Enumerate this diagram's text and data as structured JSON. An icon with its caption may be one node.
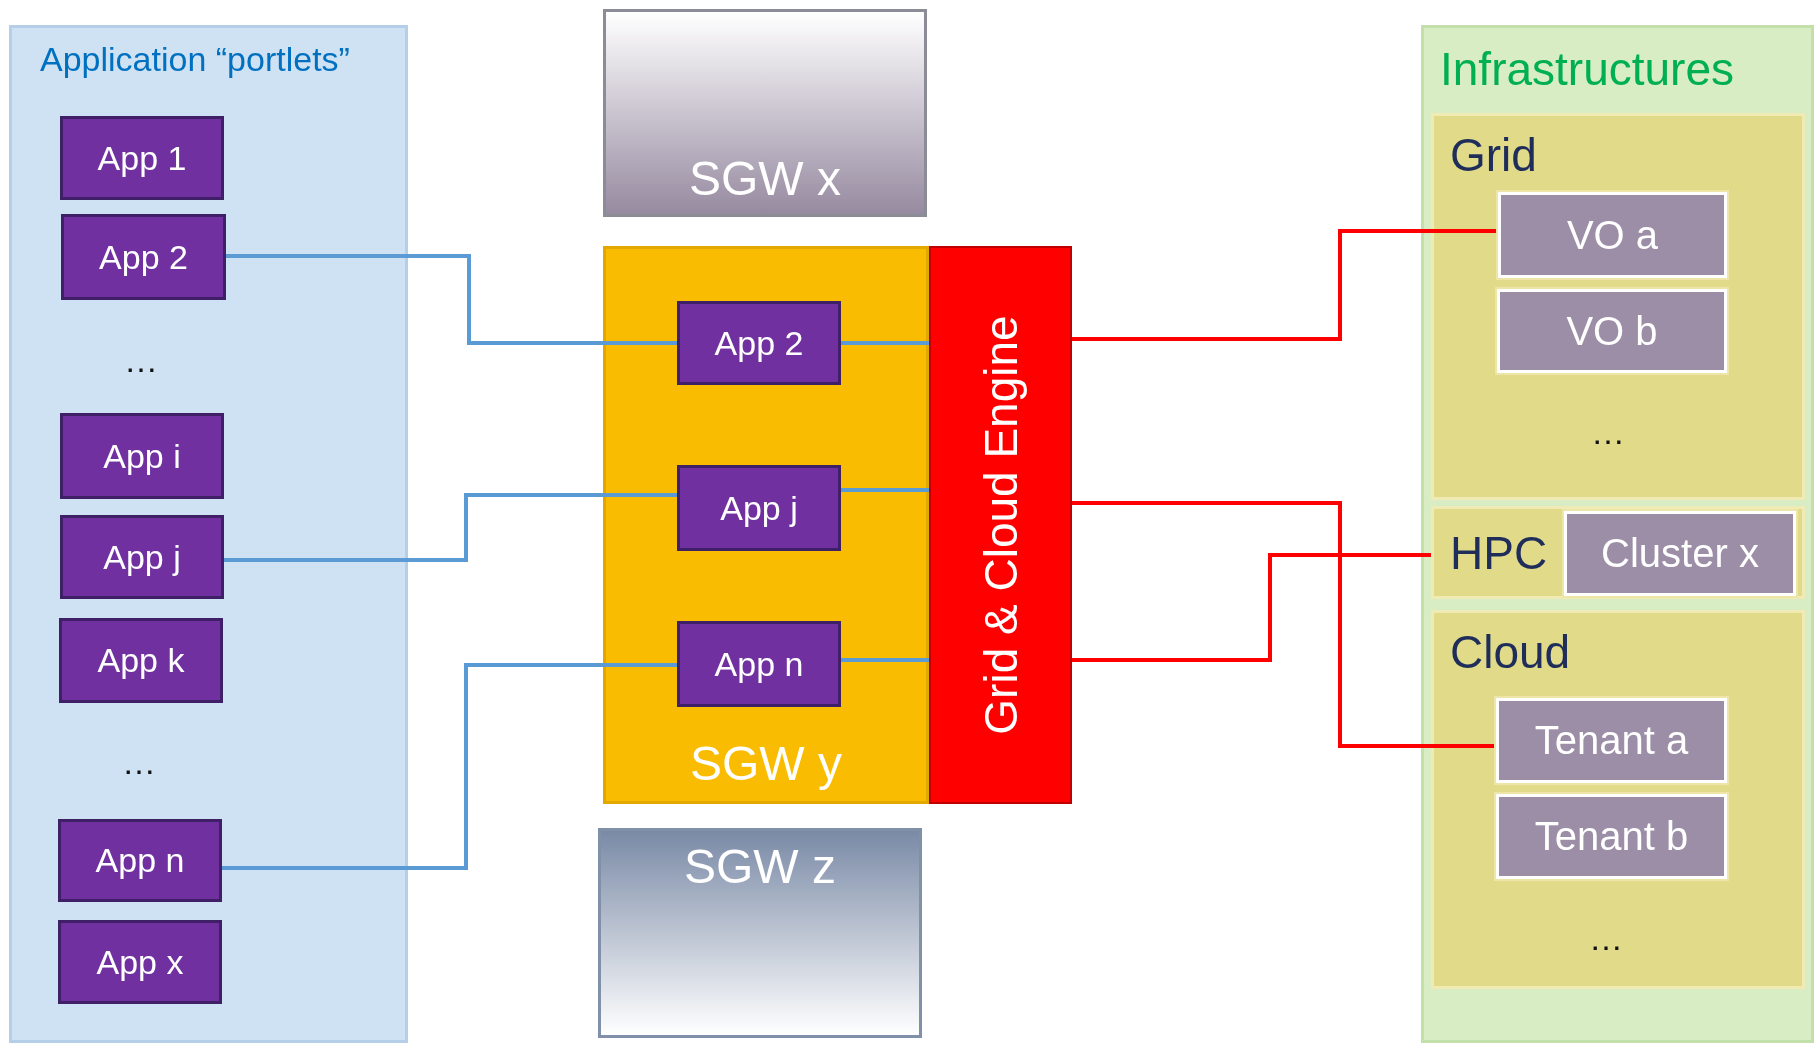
{
  "diagram": {
    "nodes": [
      {
        "text": [
          "Application “portlets”"
        ]
      },
      {
        "text": [
          "App 1"
        ],
        "in": 0
      },
      {
        "text": [
          "App 2"
        ],
        "in": 0
      },
      {
        "text": [
          "App i"
        ],
        "in": 0
      },
      {
        "text": [
          "App j"
        ],
        "in": 0
      },
      {
        "text": [
          "App k"
        ],
        "in": 0
      },
      {
        "text": [
          "App n"
        ],
        "in": 0
      },
      {
        "text": [
          "App x"
        ],
        "in": 0
      },
      {
        "text": [
          "SGW x"
        ]
      },
      {
        "text": [
          "SGW y"
        ]
      },
      {
        "text": [
          "App 2"
        ],
        "in": 9
      },
      {
        "text": [
          "App j"
        ],
        "in": 9
      },
      {
        "text": [
          "App n"
        ],
        "in": 9
      },
      {
        "text": [
          "Grid & Cloud Engine"
        ]
      },
      {
        "text": [
          "SGW z"
        ]
      },
      {
        "text": [
          "Infrastructures"
        ]
      },
      {
        "text": [
          "Grid"
        ],
        "in": 15
      },
      {
        "text": [
          "VO a"
        ],
        "in": 16
      },
      {
        "text": [
          "VO b"
        ],
        "in": 16
      },
      {
        "text": [
          "HPC"
        ],
        "in": 15
      },
      {
        "text": [
          "Cluster x"
        ],
        "in": 19
      },
      {
        "text": [
          "Cloud"
        ],
        "in": 15
      },
      {
        "text": [
          "Tenant a"
        ],
        "in": 21
      },
      {
        "text": [
          "Tenant b"
        ],
        "in": 21
      }
    ],
    "edges": [
      {
        "from": 2,
        "to": 10,
        "arrow": "none"
      },
      {
        "from": 4,
        "to": 11,
        "arrow": "none"
      },
      {
        "from": 6,
        "to": 12,
        "arrow": "none"
      },
      {
        "from": 10,
        "to": 13,
        "arrow": "none"
      },
      {
        "from": 11,
        "to": 13,
        "arrow": "none"
      },
      {
        "from": 12,
        "to": 13,
        "arrow": "none"
      },
      {
        "from": 13,
        "to": 17,
        "arrow": "none",
        "color": "#ff0000"
      },
      {
        "from": 13,
        "to": 22,
        "arrow": "none",
        "color": "#ff0000"
      },
      {
        "from": 13,
        "to": 19,
        "arrow": "none",
        "color": "#ff0000"
      }
    ],
    "labels": [
      "…",
      "…",
      "…",
      "…"
    ]
  }
}
